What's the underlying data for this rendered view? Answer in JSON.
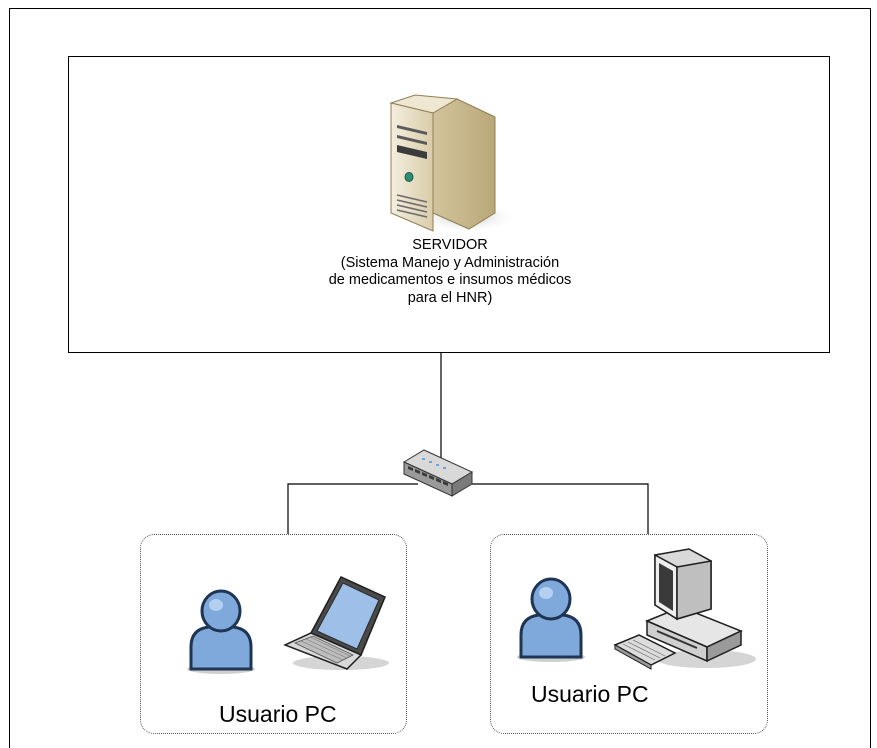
{
  "server": {
    "title": "SERVIDOR",
    "description_lines": [
      "(Sistema Manejo y Administración",
      "de medicamentos e insumos médicos",
      "para el HNR)"
    ]
  },
  "clients": [
    {
      "label": "Usuario PC",
      "device": "laptop-icon"
    },
    {
      "label": "Usuario PC",
      "device": "desktop-pc-icon"
    }
  ],
  "icons": {
    "server": "server-tower-icon",
    "switch": "network-switch-icon",
    "user": "user-icon"
  },
  "colors": {
    "server_body": "#E6DCC3",
    "user_blue": "#7EA9DA",
    "device_gray": "#D9D9D9",
    "screen_blue": "#9EBFE8"
  }
}
